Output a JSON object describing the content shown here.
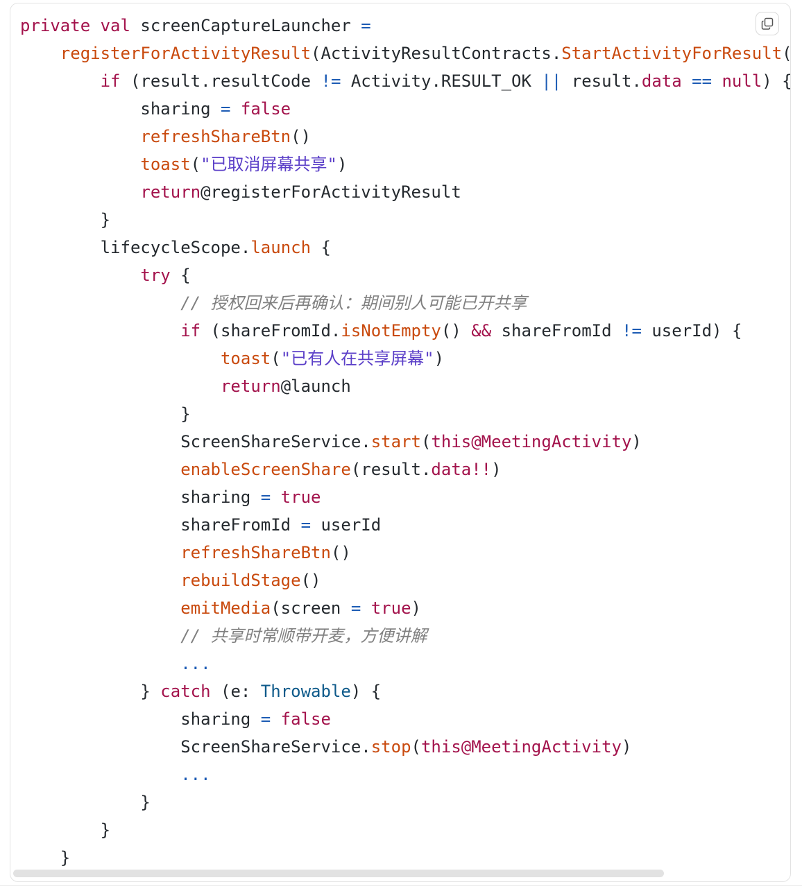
{
  "code_block": {
    "copy_label": "Copy",
    "lines": [
      [
        [
          "kw",
          "private "
        ],
        [
          "kw",
          "val "
        ],
        [
          "",
          "screenCaptureLauncher "
        ],
        [
          "op",
          "="
        ]
      ],
      [
        [
          "",
          "    "
        ],
        [
          "fn",
          "registerForActivityResult"
        ],
        [
          "",
          "(ActivityResultContracts."
        ],
        [
          "fn",
          "StartActivityForResult"
        ],
        [
          "",
          "()) { result ->"
        ]
      ],
      [
        [
          "",
          "        "
        ],
        [
          "kw",
          "if "
        ],
        [
          "",
          "(result.resultCode "
        ],
        [
          "op",
          "!="
        ],
        [
          "",
          " Activity.RESULT_OK "
        ],
        [
          "op",
          "||"
        ],
        [
          "",
          " result."
        ],
        [
          "kw",
          "data"
        ],
        [
          "",
          ""
        ],
        [
          "op",
          " == "
        ],
        [
          "kw",
          "null"
        ],
        [
          "",
          ") {"
        ]
      ],
      [
        [
          "",
          "            sharing "
        ],
        [
          "op",
          "="
        ],
        [
          "kw",
          " false"
        ]
      ],
      [
        [
          "",
          "            "
        ],
        [
          "fn",
          "refreshShareBtn"
        ],
        [
          "",
          "()"
        ]
      ],
      [
        [
          "",
          "            "
        ],
        [
          "fn",
          "toast"
        ],
        [
          "",
          "("
        ],
        [
          "str",
          "\"已取消屏幕共享\""
        ],
        [
          "",
          ")"
        ]
      ],
      [
        [
          "",
          "            "
        ],
        [
          "kw",
          "return"
        ],
        [
          "",
          "@registerForActivityResult"
        ]
      ],
      [
        [
          "",
          "        }"
        ]
      ],
      [
        [
          "",
          "        lifecycleScope."
        ],
        [
          "fn",
          "launch"
        ],
        [
          "",
          " {"
        ]
      ],
      [
        [
          "",
          "            "
        ],
        [
          "kw",
          "try"
        ],
        [
          "",
          " {"
        ]
      ],
      [
        [
          "",
          "                "
        ],
        [
          "cm",
          "// 授权回来后再确认：期间别人可能已开共享"
        ]
      ],
      [
        [
          "",
          "                "
        ],
        [
          "kw",
          "if"
        ],
        [
          "",
          " (shareFromId."
        ],
        [
          "fn",
          "isNotEmpty"
        ],
        [
          "",
          "() "
        ],
        [
          "kw",
          "&&"
        ],
        [
          "",
          " shareFromId "
        ],
        [
          "op",
          "!="
        ],
        [
          "",
          " userId) {"
        ]
      ],
      [
        [
          "",
          "                    "
        ],
        [
          "fn",
          "toast"
        ],
        [
          "",
          "("
        ],
        [
          "str",
          "\"已有人在共享屏幕\""
        ],
        [
          "",
          ")"
        ]
      ],
      [
        [
          "",
          "                    "
        ],
        [
          "kw",
          "return"
        ],
        [
          "",
          "@launch"
        ]
      ],
      [
        [
          "",
          "                }"
        ]
      ],
      [
        [
          "",
          "                ScreenShareService."
        ],
        [
          "fn",
          "start"
        ],
        [
          "",
          "("
        ],
        [
          "kw",
          "this@MeetingActivity"
        ],
        [
          "",
          ")"
        ]
      ],
      [
        [
          "",
          "                "
        ],
        [
          "fn",
          "enableScreenShare"
        ],
        [
          "",
          "(result."
        ],
        [
          "kw",
          "data!!"
        ],
        [
          "",
          ")"
        ]
      ],
      [
        [
          "",
          "                sharing "
        ],
        [
          "op",
          "="
        ],
        [
          "kw",
          " true"
        ]
      ],
      [
        [
          "",
          "                shareFromId "
        ],
        [
          "op",
          "="
        ],
        [
          "",
          " userId"
        ]
      ],
      [
        [
          "",
          "                "
        ],
        [
          "fn",
          "refreshShareBtn"
        ],
        [
          "",
          "()"
        ]
      ],
      [
        [
          "",
          "                "
        ],
        [
          "fn",
          "rebuildStage"
        ],
        [
          "",
          "()"
        ]
      ],
      [
        [
          "",
          "                "
        ],
        [
          "fn",
          "emitMedia"
        ],
        [
          "",
          "(screen "
        ],
        [
          "op",
          "="
        ],
        [
          "kw",
          " true"
        ],
        [
          "",
          ")"
        ]
      ],
      [
        [
          "",
          "                "
        ],
        [
          "cm",
          "// 共享时常顺带开麦，方便讲解"
        ]
      ],
      [
        [
          "",
          "                "
        ],
        [
          "op",
          "..."
        ]
      ],
      [
        [
          "",
          "            } "
        ],
        [
          "kw",
          "catch"
        ],
        [
          "",
          " (e: "
        ],
        [
          "type",
          "Throwable"
        ],
        [
          "",
          ") {"
        ]
      ],
      [
        [
          "",
          "                sharing "
        ],
        [
          "op",
          "="
        ],
        [
          "kw",
          " false"
        ]
      ],
      [
        [
          "",
          "                ScreenShareService."
        ],
        [
          "fn",
          "stop"
        ],
        [
          "",
          "("
        ],
        [
          "kw",
          "this@MeetingActivity"
        ],
        [
          "",
          ")"
        ]
      ],
      [
        [
          "",
          "                "
        ],
        [
          "op",
          "..."
        ]
      ],
      [
        [
          "",
          "            }"
        ]
      ],
      [
        [
          "",
          "        }"
        ]
      ],
      [
        [
          "",
          "    }"
        ]
      ]
    ]
  },
  "icons": {
    "copy": "copy-icon"
  },
  "colors": {
    "keyword": "#a3134c",
    "function": "#c94a0e",
    "string": "#5b3fc8",
    "operator": "#1c5bb4",
    "type": "#0e5a8a",
    "comment": "#808080",
    "text": "#24292e"
  }
}
